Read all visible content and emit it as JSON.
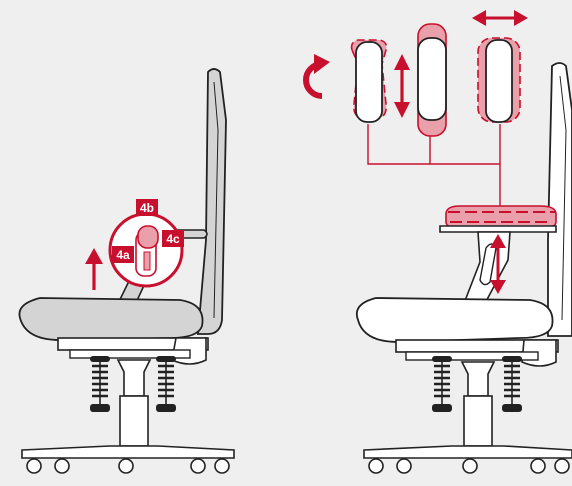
{
  "labels": {
    "lever_a": "4a",
    "lever_b": "4b",
    "lever_c": "4c"
  },
  "colors": {
    "background": "#efefef",
    "accent": "#c8102e",
    "accent_light": "#e9a0ab",
    "chair_gray": "#d4d4d4",
    "outline": "#222222"
  },
  "icons": {
    "up_arrow": "arrow-up-icon",
    "rotate": "rotate-arrow-icon",
    "vertical": "double-arrow-vertical-icon",
    "horizontal": "double-arrow-horizontal-icon"
  }
}
